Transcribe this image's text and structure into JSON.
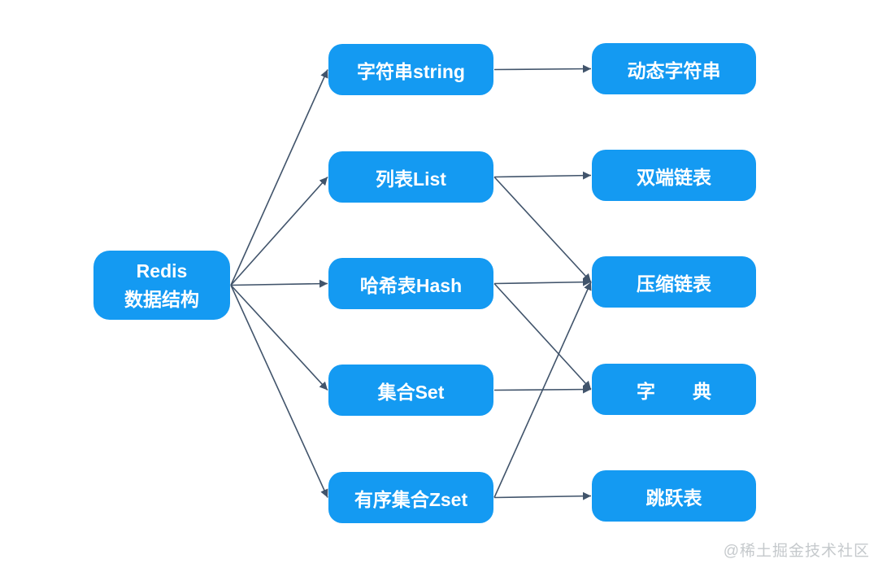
{
  "diagram": {
    "watermark": "@稀土掘金技术社区"
  },
  "nodes": {
    "redis": {
      "label": "Redis\n数据结构"
    },
    "string": {
      "label": "字符串string"
    },
    "list": {
      "label": "列表List"
    },
    "hash": {
      "label": "哈希表Hash"
    },
    "set": {
      "label": "集合Set"
    },
    "zset": {
      "label": "有序集合Zset"
    },
    "sds": {
      "label": "动态字符串"
    },
    "linkedlist": {
      "label": "双端链表"
    },
    "ziplist": {
      "label": "压缩链表"
    },
    "dict": {
      "label": "字　　典"
    },
    "skiplist": {
      "label": "跳跃表"
    }
  },
  "edges": [
    {
      "from": "redis",
      "to": "string"
    },
    {
      "from": "redis",
      "to": "list"
    },
    {
      "from": "redis",
      "to": "hash"
    },
    {
      "from": "redis",
      "to": "set"
    },
    {
      "from": "redis",
      "to": "zset"
    },
    {
      "from": "string",
      "to": "sds"
    },
    {
      "from": "list",
      "to": "linkedlist"
    },
    {
      "from": "list",
      "to": "ziplist"
    },
    {
      "from": "hash",
      "to": "ziplist"
    },
    {
      "from": "hash",
      "to": "dict"
    },
    {
      "from": "set",
      "to": "dict"
    },
    {
      "from": "zset",
      "to": "ziplist"
    },
    {
      "from": "zset",
      "to": "skiplist"
    }
  ],
  "colors": {
    "node_fill": "#149af2",
    "node_text": "#ffffff",
    "arrow": "#41546b",
    "background": "#ffffff",
    "watermark": "#c5c9cc"
  }
}
